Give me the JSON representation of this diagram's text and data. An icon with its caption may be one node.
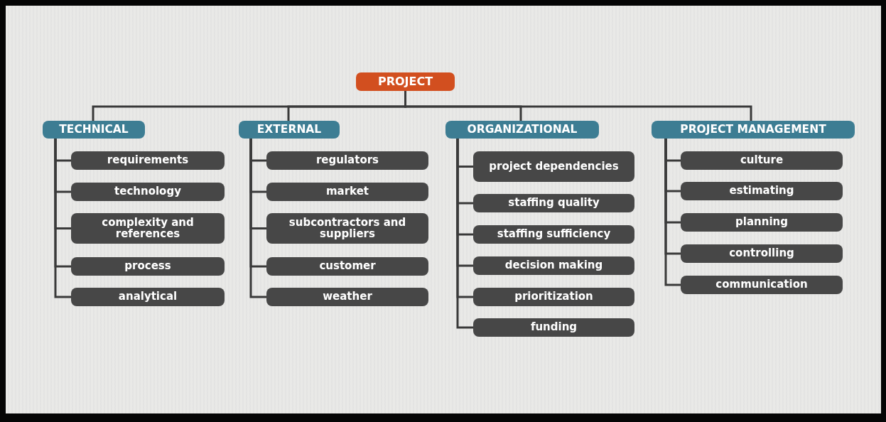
{
  "diagram": {
    "nodes": [
      {
        "text": [
          "PROJECT"
        ]
      },
      {
        "text": [
          "TECHNICAL"
        ]
      },
      {
        "text": [
          "requirements"
        ]
      },
      {
        "text": [
          "technology"
        ]
      },
      {
        "text": [
          "complexity and references"
        ]
      },
      {
        "text": [
          "process"
        ]
      },
      {
        "text": [
          "analytical"
        ]
      },
      {
        "text": [
          "EXTERNAL"
        ]
      },
      {
        "text": [
          "regulators"
        ]
      },
      {
        "text": [
          "market"
        ]
      },
      {
        "text": [
          "subcontractors and suppliers"
        ]
      },
      {
        "text": [
          "customer"
        ]
      },
      {
        "text": [
          "weather"
        ]
      },
      {
        "text": [
          "ORGANIZATIONAL"
        ]
      },
      {
        "text": [
          "project dependencies"
        ]
      },
      {
        "text": [
          "staffing quality"
        ]
      },
      {
        "text": [
          "staffing sufficiency"
        ]
      },
      {
        "text": [
          "decision making"
        ]
      },
      {
        "text": [
          "prioritization"
        ]
      },
      {
        "text": [
          "funding"
        ]
      },
      {
        "text": [
          "PROJECT MANAGEMENT"
        ]
      },
      {
        "text": [
          "culture"
        ]
      },
      {
        "text": [
          "estimating"
        ]
      },
      {
        "text": [
          "planning"
        ]
      },
      {
        "text": [
          "controlling"
        ]
      },
      {
        "text": [
          "communication"
        ]
      }
    ],
    "edges": [
      {
        "from": 0,
        "to": 1,
        "arrow": "none"
      },
      {
        "from": 0,
        "to": 7,
        "arrow": "none"
      },
      {
        "from": 0,
        "to": 13,
        "arrow": "none"
      },
      {
        "from": 0,
        "to": 20,
        "arrow": "none"
      },
      {
        "from": 1,
        "to": 2,
        "arrow": "none"
      },
      {
        "from": 1,
        "to": 3,
        "arrow": "none"
      },
      {
        "from": 1,
        "to": 4,
        "arrow": "none"
      },
      {
        "from": 1,
        "to": 5,
        "arrow": "none"
      },
      {
        "from": 1,
        "to": 6,
        "arrow": "none"
      },
      {
        "from": 7,
        "to": 8,
        "arrow": "none"
      },
      {
        "from": 7,
        "to": 9,
        "arrow": "none"
      },
      {
        "from": 7,
        "to": 10,
        "arrow": "none"
      },
      {
        "from": 7,
        "to": 11,
        "arrow": "none"
      },
      {
        "from": 7,
        "to": 12,
        "arrow": "none"
      },
      {
        "from": 13,
        "to": 14,
        "arrow": "none"
      },
      {
        "from": 13,
        "to": 15,
        "arrow": "none"
      },
      {
        "from": 13,
        "to": 16,
        "arrow": "none"
      },
      {
        "from": 13,
        "to": 17,
        "arrow": "none"
      },
      {
        "from": 13,
        "to": 18,
        "arrow": "none"
      },
      {
        "from": 13,
        "to": 19,
        "arrow": "none"
      },
      {
        "from": 20,
        "to": 21,
        "arrow": "none"
      },
      {
        "from": 20,
        "to": 22,
        "arrow": "none"
      },
      {
        "from": 20,
        "to": 23,
        "arrow": "none"
      },
      {
        "from": 20,
        "to": 24,
        "arrow": "none"
      },
      {
        "from": 20,
        "to": 25,
        "arrow": "none"
      }
    ]
  }
}
